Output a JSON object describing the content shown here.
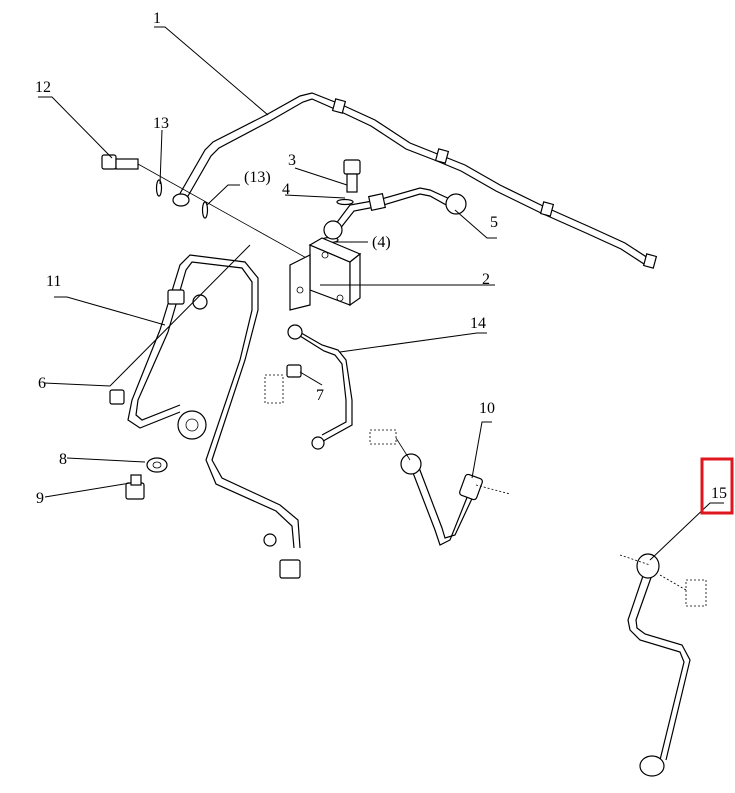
{
  "diagram": {
    "callouts": [
      {
        "id": "c1",
        "label": "1"
      },
      {
        "id": "c2",
        "label": "2"
      },
      {
        "id": "c3",
        "label": "3"
      },
      {
        "id": "c4",
        "label": "4"
      },
      {
        "id": "c4b",
        "label": "(4)"
      },
      {
        "id": "c5",
        "label": "5"
      },
      {
        "id": "c6",
        "label": "6"
      },
      {
        "id": "c7",
        "label": "7"
      },
      {
        "id": "c8",
        "label": "8"
      },
      {
        "id": "c9",
        "label": "9"
      },
      {
        "id": "c10",
        "label": "10"
      },
      {
        "id": "c11",
        "label": "11"
      },
      {
        "id": "c12",
        "label": "12"
      },
      {
        "id": "c13",
        "label": "13"
      },
      {
        "id": "c13b",
        "label": "(13)"
      },
      {
        "id": "c14",
        "label": "14"
      },
      {
        "id": "c15",
        "label": "15"
      }
    ],
    "highlight": {
      "target": "15",
      "color": "#e0161e"
    }
  }
}
